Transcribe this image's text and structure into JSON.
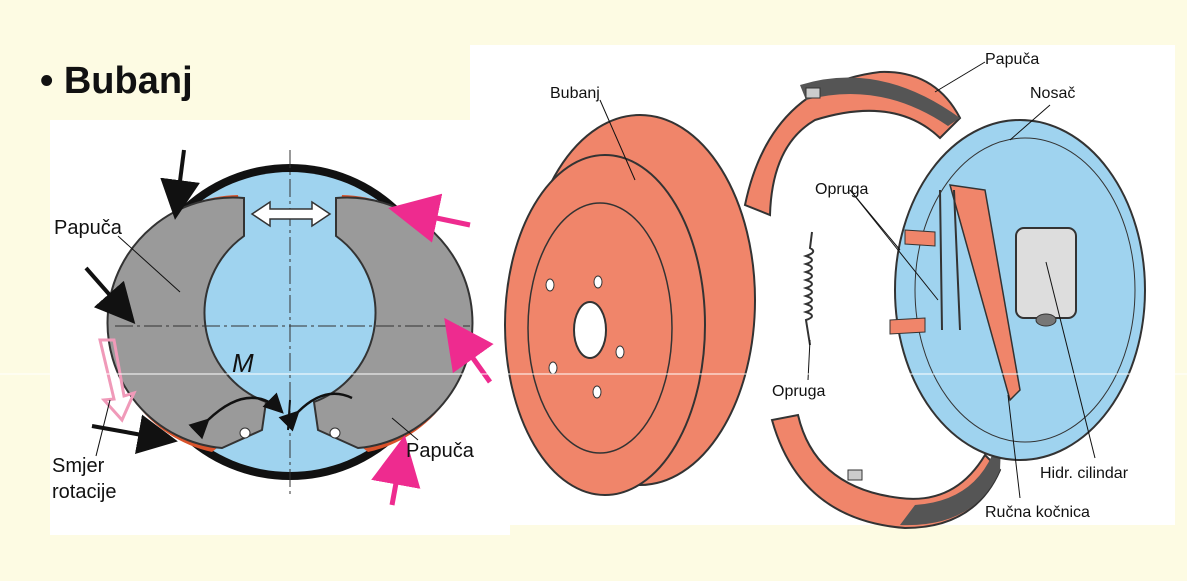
{
  "title": "• Bubanj",
  "left_diagram": {
    "label_shoe_left": "Papuča",
    "label_shoe_right": "Papuča",
    "label_moment": "M",
    "label_rotation_line1": "Smjer",
    "label_rotation_line2": "rotacije"
  },
  "right_diagram": {
    "label_drum": "Bubanj",
    "label_shoe": "Papuča",
    "label_carrier": "Nosač",
    "label_spring_top": "Opruga",
    "label_spring_bottom": "Opruga",
    "label_cylinder": "Hidr. cilindar",
    "label_handbrake": "Ručna kočnica"
  },
  "colors": {
    "background": "#fdfbe3",
    "drum_orange": "#f0856a",
    "lining_orange": "#d9532b",
    "shoe_gray": "#9a9a9a",
    "blue_fill": "#9fd3ef",
    "magenta_arrow": "#ee2b8f",
    "pink_arrow": "#f09ab9"
  }
}
